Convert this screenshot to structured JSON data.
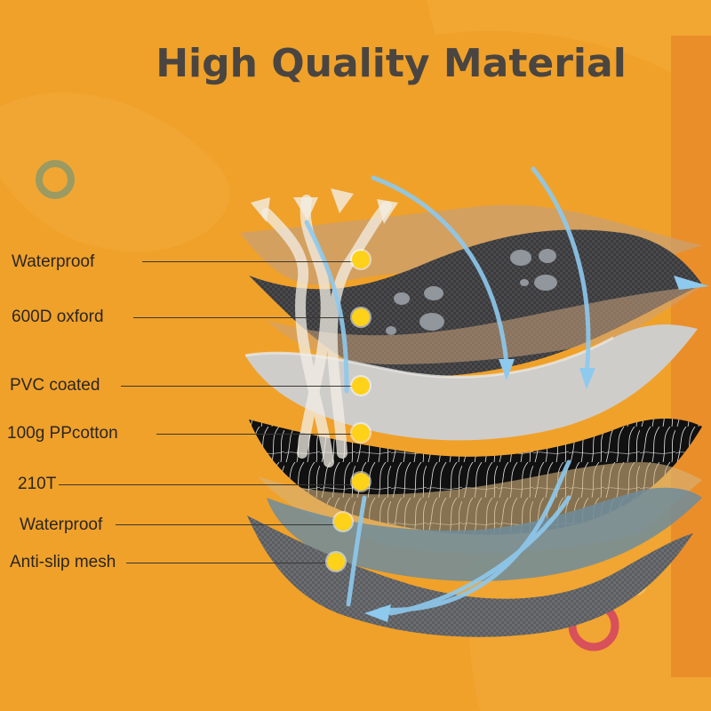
{
  "title": "High Quality Material",
  "colors": {
    "background": "#f0a12a",
    "title_text": "#4a4540",
    "dot": "#ffd21a",
    "arrow_blue": "#8ec9ee",
    "ring_olive": "#9a9a62",
    "ring_red": "#d8505a"
  },
  "layers": [
    {
      "label": "Waterproof"
    },
    {
      "label": "600D oxford"
    },
    {
      "label": "PVC coated"
    },
    {
      "label": "100g PPcotton"
    },
    {
      "label": "210T"
    },
    {
      "label": "Waterproof"
    },
    {
      "label": "Anti-slip mesh"
    }
  ]
}
